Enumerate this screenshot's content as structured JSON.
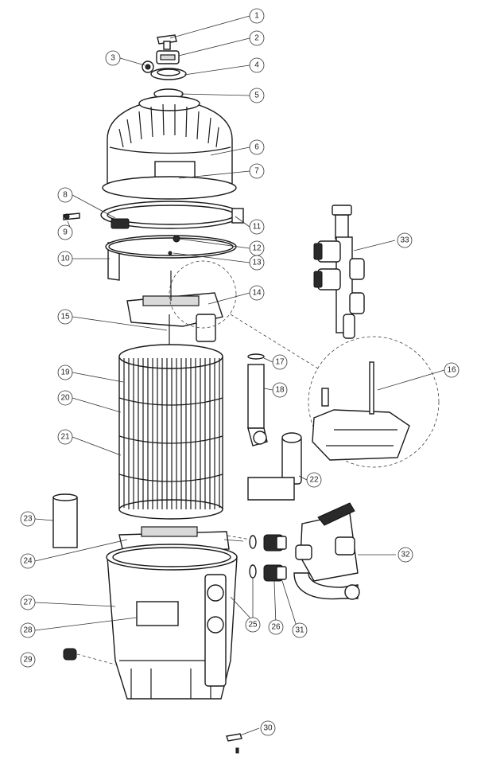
{
  "callouts": [
    {
      "id": "1",
      "label": "1"
    },
    {
      "id": "2",
      "label": "2"
    },
    {
      "id": "3",
      "label": "3"
    },
    {
      "id": "4",
      "label": "4"
    },
    {
      "id": "5",
      "label": "5"
    },
    {
      "id": "6",
      "label": "6"
    },
    {
      "id": "7",
      "label": "7"
    },
    {
      "id": "8",
      "label": "8"
    },
    {
      "id": "9",
      "label": "9"
    },
    {
      "id": "10",
      "label": "10"
    },
    {
      "id": "11",
      "label": "11"
    },
    {
      "id": "12",
      "label": "12"
    },
    {
      "id": "13",
      "label": "13"
    },
    {
      "id": "14",
      "label": "14"
    },
    {
      "id": "15",
      "label": "15"
    },
    {
      "id": "16",
      "label": "16"
    },
    {
      "id": "17",
      "label": "17"
    },
    {
      "id": "18",
      "label": "18"
    },
    {
      "id": "19",
      "label": "19"
    },
    {
      "id": "20",
      "label": "20"
    },
    {
      "id": "21",
      "label": "21"
    },
    {
      "id": "22",
      "label": "22"
    },
    {
      "id": "23",
      "label": "23"
    },
    {
      "id": "24",
      "label": "24"
    },
    {
      "id": "25",
      "label": "25"
    },
    {
      "id": "26",
      "label": "26"
    },
    {
      "id": "27",
      "label": "27"
    },
    {
      "id": "28",
      "label": "28"
    },
    {
      "id": "29",
      "label": "29"
    },
    {
      "id": "30",
      "label": "30"
    },
    {
      "id": "31",
      "label": "31"
    },
    {
      "id": "32",
      "label": "32"
    },
    {
      "id": "33",
      "label": "33"
    }
  ]
}
